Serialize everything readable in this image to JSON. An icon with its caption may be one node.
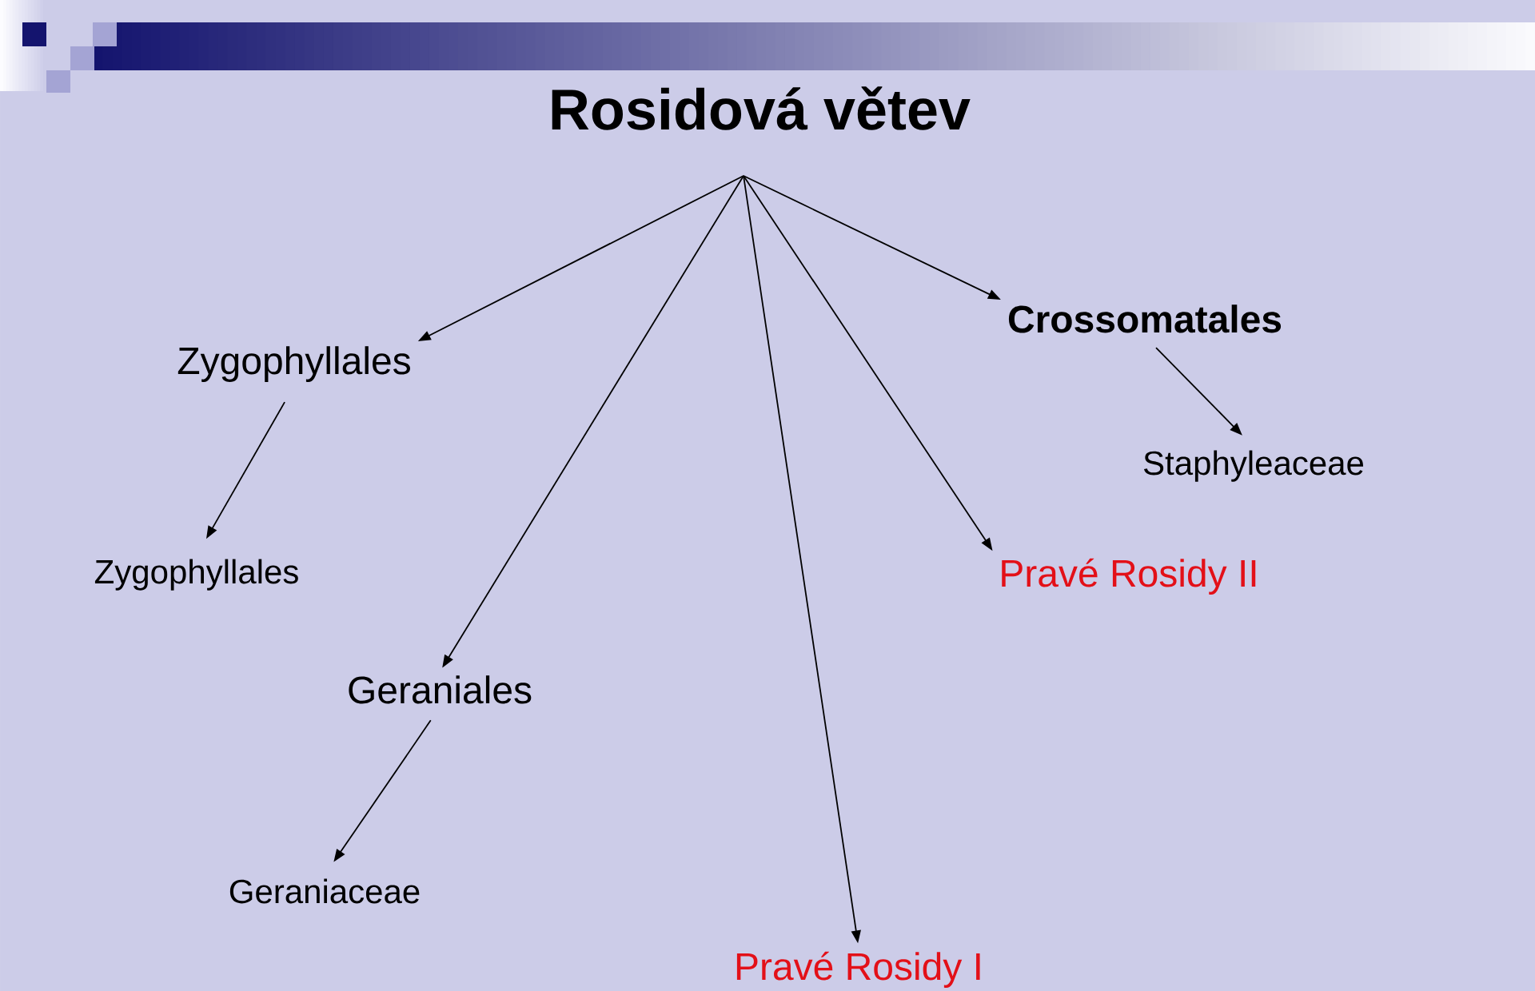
{
  "diagram": {
    "title": "Rosidová větev",
    "nodes": [
      {
        "text": [
          "Zygophyllales"
        ]
      },
      {
        "text": [
          "Crossomatales"
        ]
      },
      {
        "text": [
          "Staphyleaceae"
        ]
      },
      {
        "text": [
          "Zygophyllales"
        ]
      },
      {
        "text": [
          "Pravé Rosidy II"
        ]
      },
      {
        "text": [
          "Geraniales"
        ]
      },
      {
        "text": [
          "Geraniaceae"
        ]
      },
      {
        "text": [
          "Pravé Rosidy I"
        ]
      }
    ],
    "edges": [
      {
        "from": null,
        "to": 0,
        "arrow": "to"
      },
      {
        "from": null,
        "to": 5,
        "arrow": "to"
      },
      {
        "from": null,
        "to": 7,
        "arrow": "to"
      },
      {
        "from": null,
        "to": 4,
        "arrow": "to"
      },
      {
        "from": null,
        "to": 1,
        "arrow": "to"
      },
      {
        "from": 0,
        "to": 3,
        "arrow": "to"
      },
      {
        "from": 5,
        "to": 6,
        "arrow": "to"
      },
      {
        "from": 1,
        "to": 2,
        "arrow": "to"
      }
    ]
  }
}
